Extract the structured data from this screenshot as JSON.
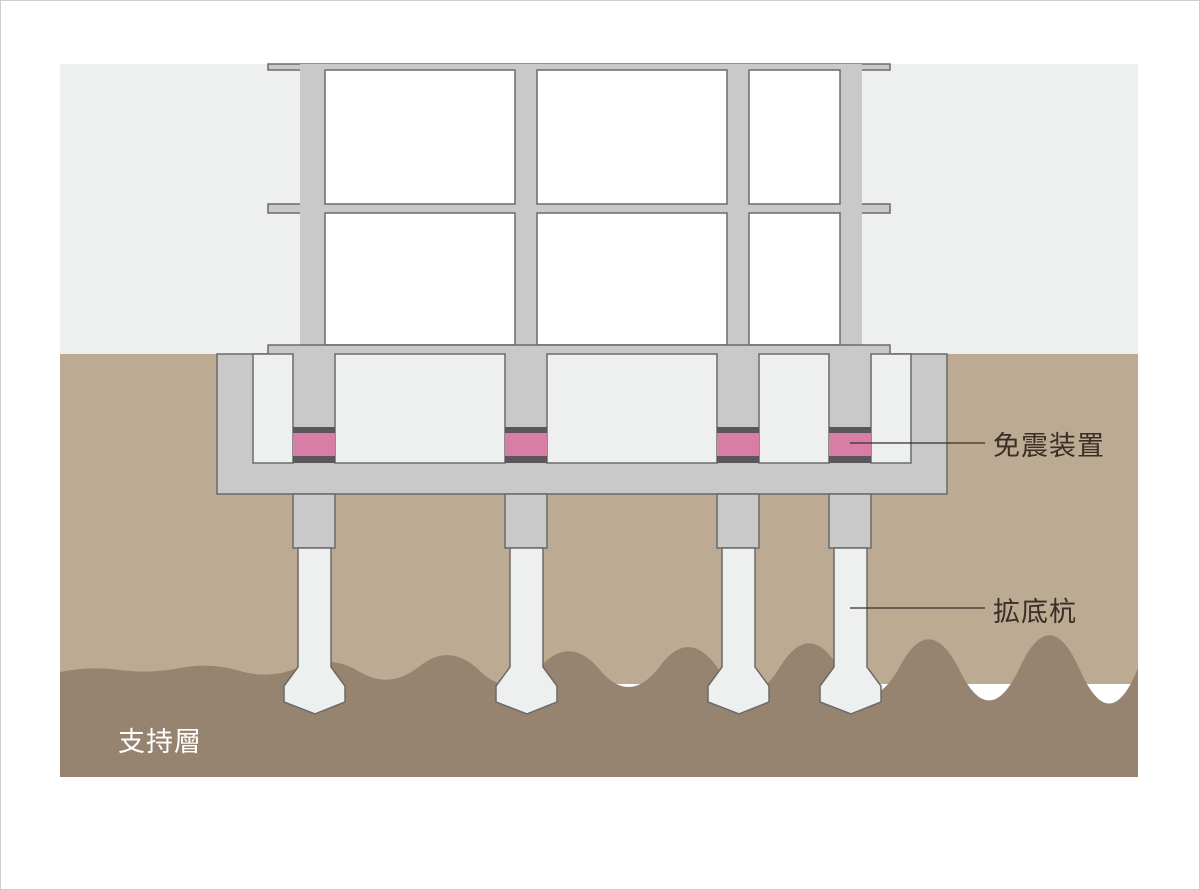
{
  "labels": {
    "isolator": "免震装置",
    "pile": "拡底杭",
    "bearing_layer": "支持層"
  },
  "colors": {
    "sky": "#eef0ef",
    "soil": "#bcab92",
    "bearing": "#968470",
    "concrete": "#c9c9c9",
    "outline": "#6a6a6a",
    "isolator_rubber": "#d87ea6",
    "isolator_plate": "#5a5659"
  }
}
